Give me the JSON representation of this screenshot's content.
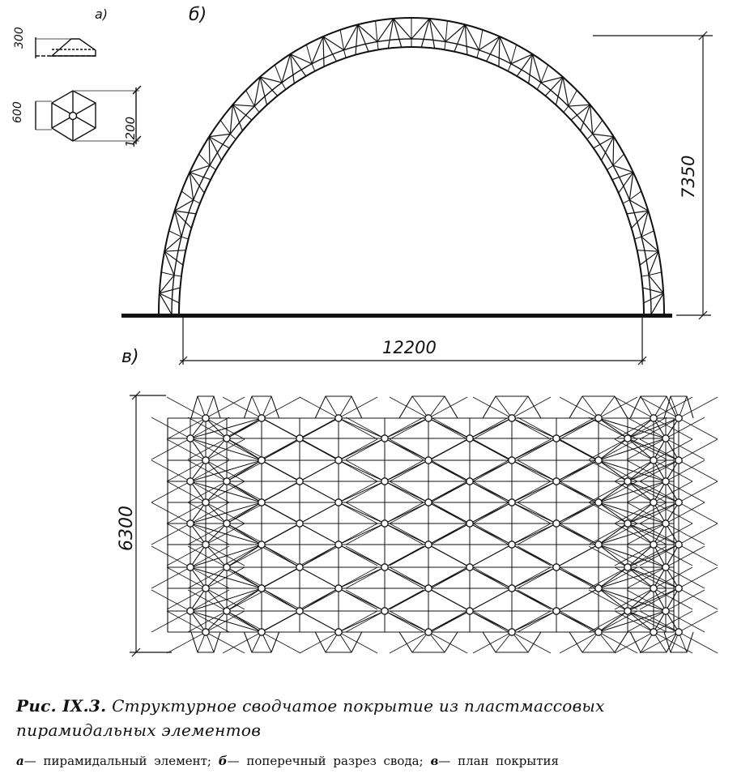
{
  "figure": {
    "panels": {
      "a": {
        "label": "а)",
        "description": "пирамидальный элемент"
      },
      "b": {
        "label": "б)",
        "description": "поперечный разрез свода"
      },
      "c": {
        "label": "в)",
        "description": "план покрытия"
      }
    },
    "dimensions": {
      "element_height": "300",
      "element_half_width": "600",
      "element_width": "1200",
      "arch_height": "7350",
      "arch_span": "12200",
      "plan_width": "6300"
    }
  },
  "caption": {
    "number": "Рис. IX.3.",
    "title": "Структурное сводчатое покрытие из пластмассовых пирамидальных элементов",
    "legend": [
      {
        "key": "а",
        "text": "— пирамидальный элемент;"
      },
      {
        "key": "б",
        "text": "— поперечный разрез свода;"
      },
      {
        "key": "в",
        "text": "— план покрытия"
      }
    ]
  }
}
